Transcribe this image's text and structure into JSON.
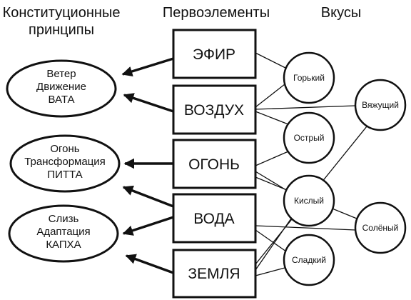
{
  "headers": {
    "principles": [
      "Конституционные",
      "принципы"
    ],
    "elements": "Первоэлементы",
    "tastes": "Вкусы"
  },
  "elements": [
    {
      "id": "ether",
      "label": "ЭФИР"
    },
    {
      "id": "air",
      "label": "ВОЗДУХ"
    },
    {
      "id": "fire",
      "label": "ОГОНЬ"
    },
    {
      "id": "water",
      "label": "ВОДА"
    },
    {
      "id": "earth",
      "label": "ЗЕМЛЯ"
    }
  ],
  "doshas": [
    {
      "id": "vata",
      "lines": [
        "Ветер",
        "Движение",
        "ВАТА"
      ]
    },
    {
      "id": "pitta",
      "lines": [
        "Огонь",
        "Трансформация",
        "ПИТТА"
      ]
    },
    {
      "id": "kapha",
      "lines": [
        "Слизь",
        "Адаптация",
        "КАПХА"
      ]
    }
  ],
  "tastes": [
    {
      "id": "bitter",
      "label": "Горький"
    },
    {
      "id": "astringent",
      "label": "Вяжущий"
    },
    {
      "id": "pungent",
      "label": "Острый"
    },
    {
      "id": "sour",
      "label": "Кислый"
    },
    {
      "id": "salty",
      "label": "Солёный"
    },
    {
      "id": "sweet",
      "label": "Сладкий"
    }
  ],
  "element_to_dosha": [
    {
      "element": "ether",
      "dosha": "vata"
    },
    {
      "element": "air",
      "dosha": "vata"
    },
    {
      "element": "fire",
      "dosha": "pitta"
    },
    {
      "element": "water",
      "dosha": "pitta"
    },
    {
      "element": "water",
      "dosha": "kapha"
    },
    {
      "element": "earth",
      "dosha": "kapha"
    }
  ],
  "element_to_taste": [
    {
      "element": "ether",
      "taste": "bitter"
    },
    {
      "element": "air",
      "taste": "bitter"
    },
    {
      "element": "air",
      "taste": "astringent"
    },
    {
      "element": "air",
      "taste": "pungent"
    },
    {
      "element": "fire",
      "taste": "pungent"
    },
    {
      "element": "fire",
      "taste": "sour"
    },
    {
      "element": "fire",
      "taste": "salty"
    },
    {
      "element": "water",
      "taste": "salty"
    },
    {
      "element": "water",
      "taste": "sweet"
    },
    {
      "element": "earth",
      "taste": "astringent"
    },
    {
      "element": "earth",
      "taste": "sour"
    },
    {
      "element": "earth",
      "taste": "sweet"
    }
  ]
}
